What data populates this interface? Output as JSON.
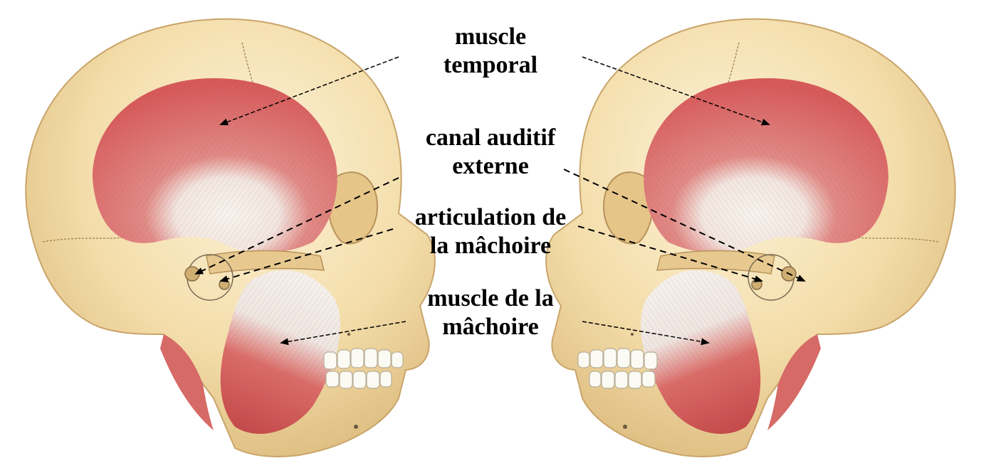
{
  "labels": {
    "temporal": [
      "muscle",
      "temporal"
    ],
    "ear_canal": [
      "canal auditif",
      "externe"
    ],
    "jaw_joint": [
      "articulation de",
      "la mâchoire"
    ],
    "jaw_muscle": [
      "muscle de la",
      "mâchoire"
    ]
  },
  "colors": {
    "background": "#ffffff",
    "bone": "#f3dca8",
    "bone_light": "#fbf0d2",
    "bone_shadow": "#d9b87a",
    "muscle": "#d95f5f",
    "muscle_dark": "#b94444",
    "tendon": "#f4efe8",
    "teeth": "#fbfbf4",
    "pointer": "#000000"
  },
  "icons": [
    "skull-left",
    "skull-right"
  ]
}
